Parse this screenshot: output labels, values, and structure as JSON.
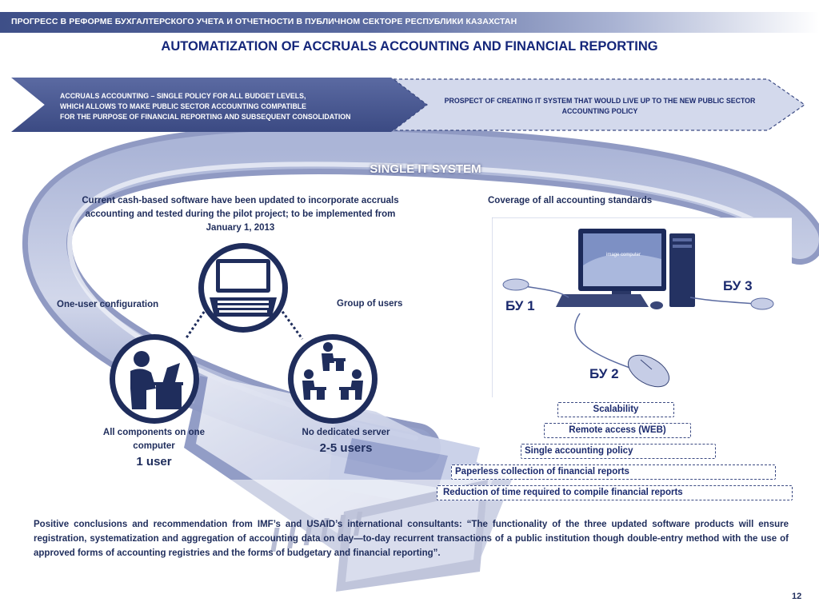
{
  "header": {
    "band_text": "ПРОГРЕСС В РЕФОРМЕ БУХГАЛТЕРСКОГО УЧЕТА И ОТЧЕТНОСТИ В ПУБЛИЧНОМ СЕКТОРЕ РЕСПУБЛИКИ КАЗАХСТАН",
    "title": "AUTOMATIZATION OF ACCRUALS ACCOUNTING AND FINANCIAL REPORTING"
  },
  "arrows": {
    "left_line1": "ACCRUALS ACCOUNTING – SINGLE POLICY FOR ALL BUDGET LEVELS,",
    "left_line2": "WHICH ALLOWS TO MAKE PUBLIC SECTOR ACCOUNTING COMPATIBLE",
    "left_line3": "FOR THE PURPOSE OF FINANCIAL REPORTING AND SUBSEQUENT CONSOLIDATION",
    "right_line1": "PROSPECT OF CREATING IT SYSTEM THAT WOULD LIVE UP TO THE NEW PUBLIC SECTOR",
    "right_line2": "ACCOUNTING POLICY"
  },
  "single_it": {
    "title": "SINGLE IT SYSTEM",
    "left_intro_line1": "Current cash-based software have been updated to incorporate accruals",
    "left_intro_line2": "accounting and tested during the pilot project; to be implemented from",
    "left_intro_line3": "January 1, 2013",
    "one_user_label": "One-user configuration",
    "group_label": "Group of users",
    "all_components_line1": "All components on one",
    "all_components_line2": "computer",
    "one_user_count": "1 user",
    "no_server": "No dedicated server",
    "users_count": "2-5 users",
    "coverage": "Coverage of all accounting standards",
    "bu1": "БУ 1",
    "bu2": "БУ 2",
    "bu3": "БУ 3",
    "screen_caption": "image computer"
  },
  "features": [
    "Scalability",
    "Remote access (WEB)",
    "Single accounting policy",
    "Paperless collection of financial reports",
    "Reduction of time required to compile financial reports"
  ],
  "footer": {
    "text": "Positive conclusions and recommendation from IMF’s and USAID’s international consultants: “The functionality of the three  updated software products will ensure registration, systematization and aggregation of accounting data on day—to-day recurrent transactions of a public institution though double-entry method with the use of approved forms of accounting registries and the forms of budgetary and financial reporting”."
  },
  "page_number": "12",
  "colors": {
    "navy": "#1f2d5c",
    "accent": "#3b4a83",
    "light": "#d3d9ec"
  }
}
